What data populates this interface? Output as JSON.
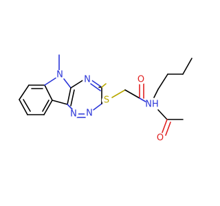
{
  "diagram": {
    "atom_labels": {
      "n_indole": "N",
      "n_triazine_top": "N",
      "n_triazine_b1": "N",
      "n_triazine_b2": "N",
      "s_thio": "S",
      "o_amide": "O",
      "nh_amide": "NH",
      "o_ketone": "O"
    },
    "colors": {
      "nitrogen": "#2a35d8",
      "oxygen": "#e02020",
      "sulfur": "#b8a800",
      "carbon": "#000000",
      "background": "#ffffff"
    }
  }
}
